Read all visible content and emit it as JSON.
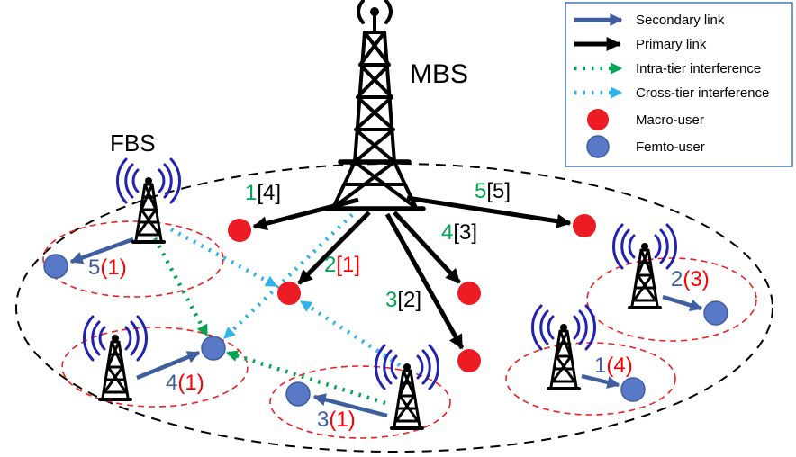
{
  "colors": {
    "primary": "#000000",
    "secondary": "#3F5EA0",
    "intra": "#00A651",
    "cross": "#2FB3E8",
    "macro": "#ED1C24",
    "femto": "#5878C8",
    "wave": "#2222B2",
    "femtocell": "#ED2024",
    "legend_border": "#4472C4",
    "label_red": "#FF0000"
  },
  "labels": {
    "mbs": "MBS",
    "fbs": "FBS"
  },
  "legend": {
    "items": [
      {
        "label": "Secondary link",
        "swatch": "blue-arrow"
      },
      {
        "label": "Primary link",
        "swatch": "black-arrow"
      },
      {
        "label": "Intra-tier interference",
        "swatch": "green-dashed-arrow"
      },
      {
        "label": "Cross-tier interference",
        "swatch": "cyan-dashed-arrow"
      },
      {
        "label": "Macro-user",
        "swatch": "red-circle"
      },
      {
        "label": "Femto-user",
        "swatch": "blue-circle"
      }
    ]
  },
  "primary_links": [
    {
      "id": "1",
      "channel": "[4]",
      "channel_color": "#000000"
    },
    {
      "id": "5",
      "channel": "[5]",
      "channel_color": "#000000"
    },
    {
      "id": "4",
      "channel": "[3]",
      "channel_color": "#000000"
    },
    {
      "id": "2",
      "channel": "[1]",
      "channel_color": "#FF0000"
    },
    {
      "id": "3",
      "channel": "[2]",
      "channel_color": "#000000"
    }
  ],
  "secondary_links": [
    {
      "id": "5",
      "channel": "(1)",
      "channel_color": "#FF0000"
    },
    {
      "id": "4",
      "channel": "(1)",
      "channel_color": "#FF0000"
    },
    {
      "id": "3",
      "channel": "(1)",
      "channel_color": "#FF0000"
    },
    {
      "id": "2",
      "channel": "(3)",
      "channel_color": "#FF0000"
    },
    {
      "id": "1",
      "channel": "(4)",
      "channel_color": "#FF0000"
    }
  ]
}
